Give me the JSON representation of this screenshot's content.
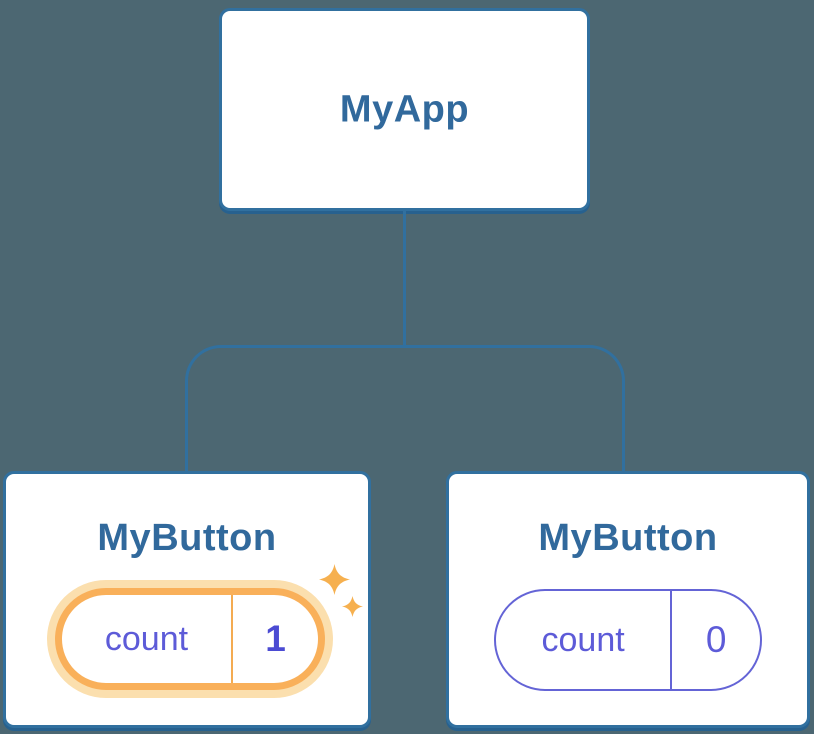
{
  "diagram": {
    "background_color": "#4c6772",
    "node_border_color": "#31709f",
    "node_title_color": "#31699c",
    "state_text_color": "#5d5bd8",
    "highlight_border_color": "#f9b05a",
    "highlight_halo_color": "#fbdfae",
    "sparkle_color": "#f6b04f",
    "root": {
      "title": "MyApp"
    },
    "children": [
      {
        "title": "MyButton",
        "state_label": "count",
        "state_value": "1",
        "highlighted": true,
        "icon": "sparkle-icon"
      },
      {
        "title": "MyButton",
        "state_label": "count",
        "state_value": "0",
        "highlighted": false
      }
    ]
  }
}
